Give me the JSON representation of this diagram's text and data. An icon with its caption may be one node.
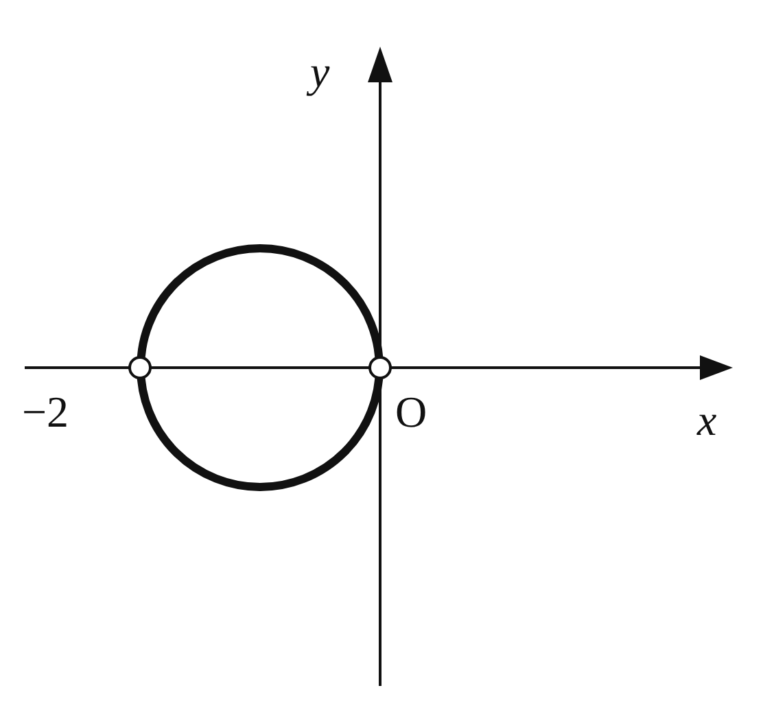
{
  "diagram": {
    "labels": [
      "y",
      "−2",
      "O",
      "x"
    ]
  }
}
